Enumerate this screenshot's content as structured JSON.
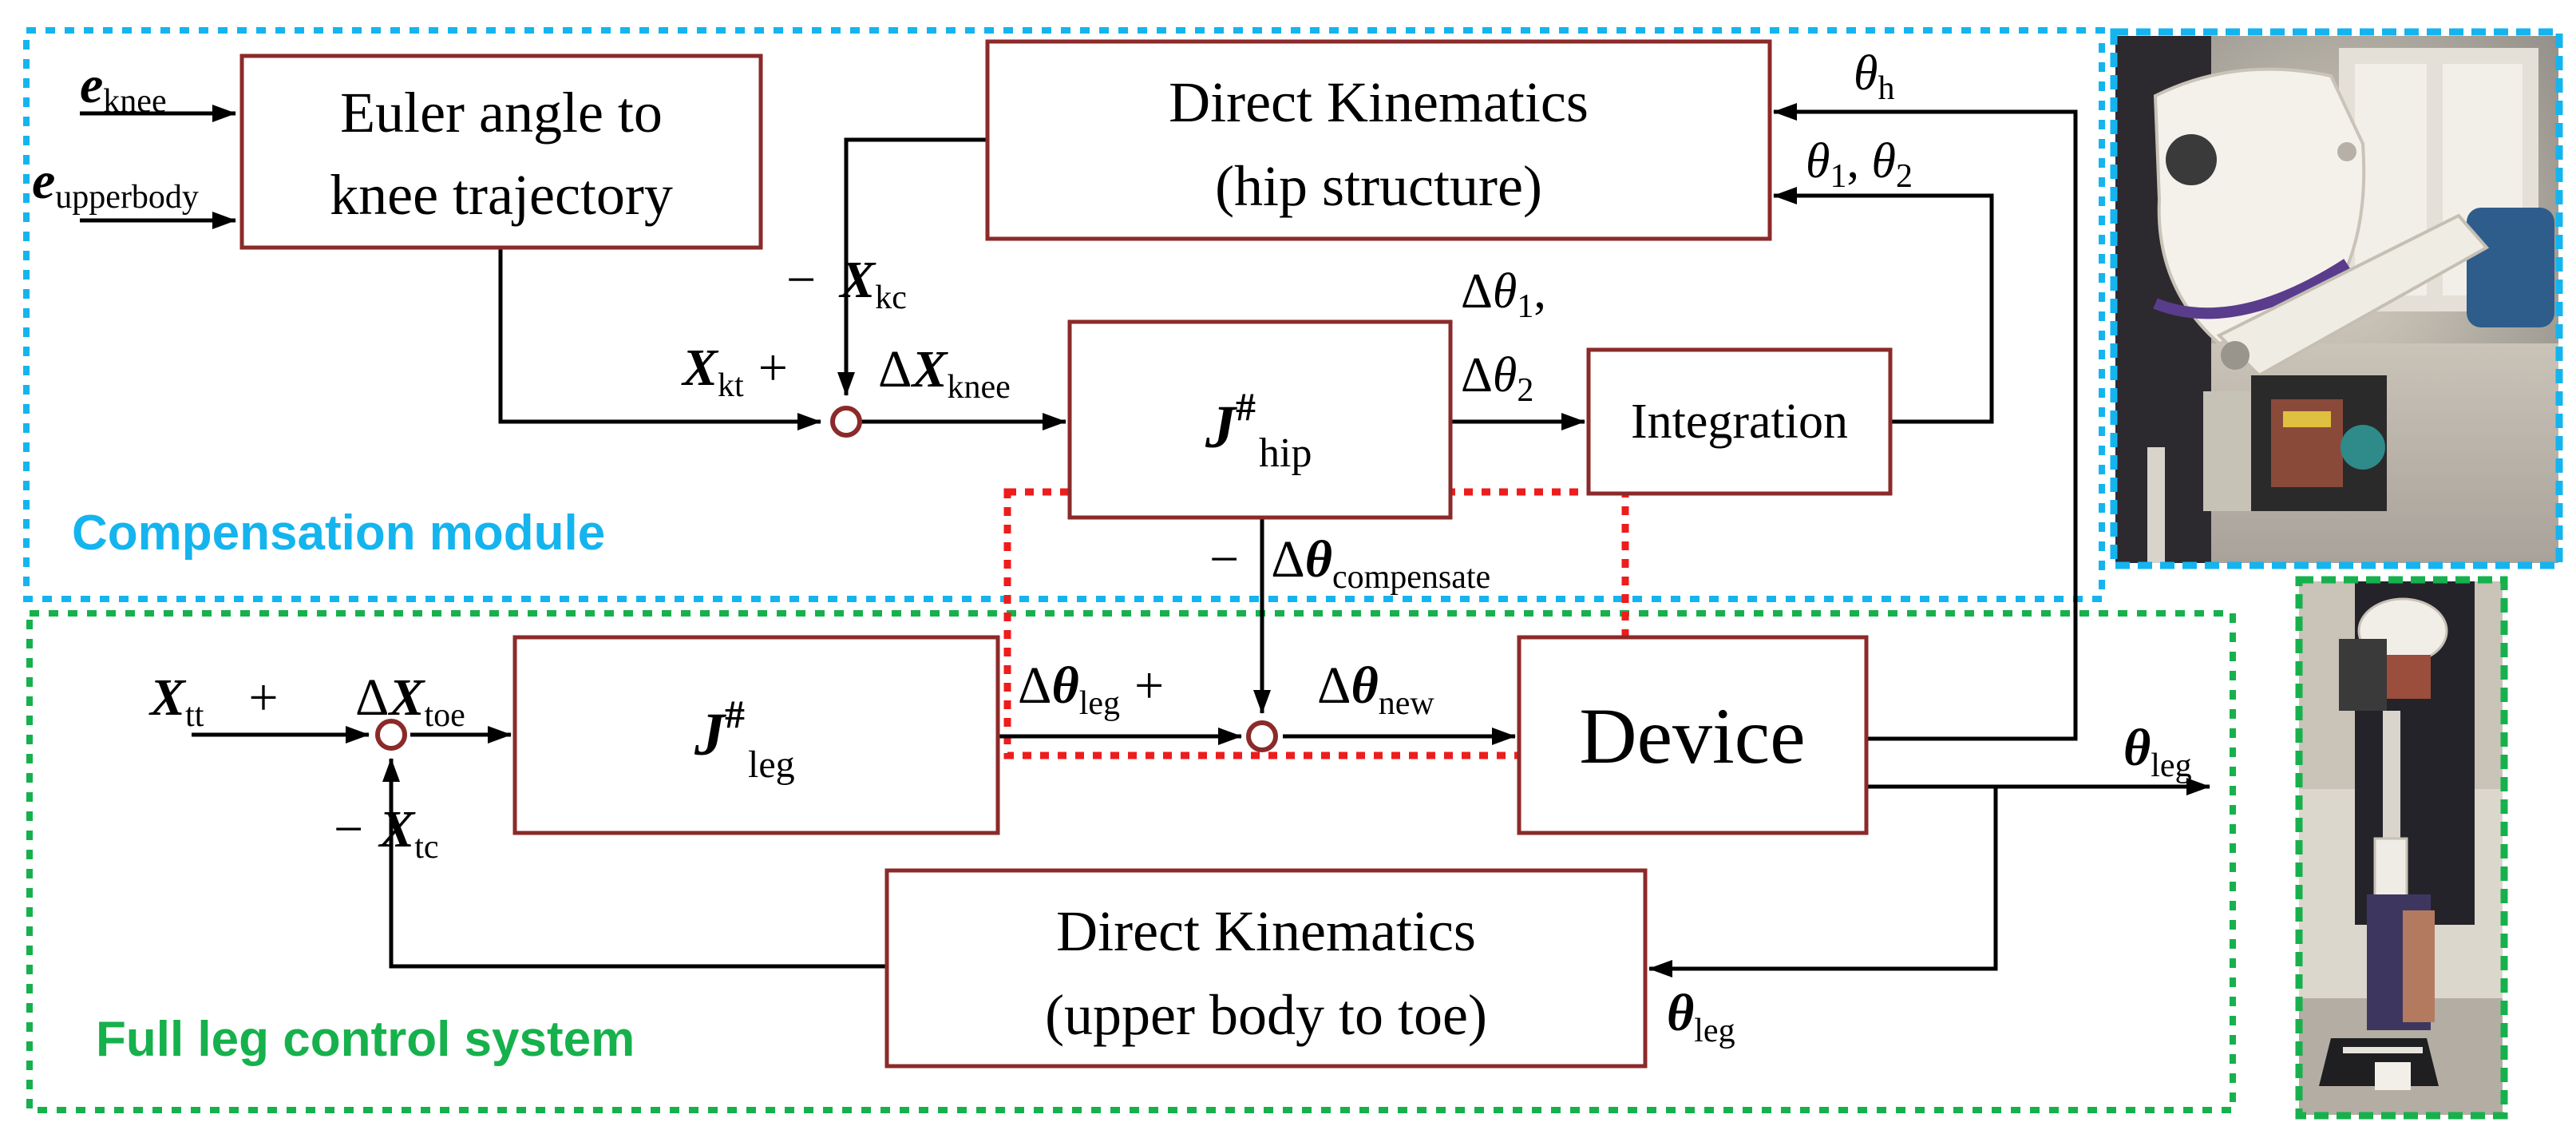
{
  "modules": {
    "compensation": {
      "label": "Compensation module",
      "color": "#14b4ef"
    },
    "full_leg": {
      "label": "Full leg control system",
      "color": "#16b14c"
    },
    "overlap_color": "#ee1c1c",
    "box_stroke": "#8b2a2a"
  },
  "blocks": {
    "euler": {
      "line1": "Euler angle to",
      "line2": "knee trajectory"
    },
    "dk_hip": {
      "line1": "Direct Kinematics",
      "line2": "(hip structure)"
    },
    "j_hip": {
      "main": "J",
      "sup": "#",
      "sub": "hip"
    },
    "integration": {
      "label": "Integration"
    },
    "j_leg": {
      "main": "J",
      "sup": "#",
      "sub": "leg"
    },
    "device": {
      "label": "Device"
    },
    "dk_toe": {
      "line1": "Direct Kinematics",
      "line2": "(upper body to toe)"
    }
  },
  "signals": {
    "e_knee": {
      "main": "e",
      "sub": "knee"
    },
    "e_upperbody": {
      "main": "e",
      "sub": "upperbody"
    },
    "theta_h": {
      "main": "θ",
      "sub": "h"
    },
    "theta_12": {
      "a": "θ",
      "a_sub": "1",
      "sep": ", ",
      "b": "θ",
      "b_sub": "2"
    },
    "x_kc": {
      "sign": "−",
      "main": "X",
      "sub": "kc"
    },
    "x_kt": {
      "main": "X",
      "sub": "kt",
      "sign": "+"
    },
    "dx_knee": {
      "delta": "Δ",
      "main": "X",
      "sub": "knee"
    },
    "dtheta_1": {
      "delta": "Δ",
      "main": "θ",
      "sub": "1",
      "suffix": ","
    },
    "dtheta_2": {
      "delta": "Δ",
      "main": "θ",
      "sub": "2"
    },
    "dtheta_comp": {
      "sign": "−",
      "delta": "Δ",
      "main": "θ",
      "sub": "compensate"
    },
    "x_tt": {
      "main": "X",
      "sub": "tt",
      "sign": "+"
    },
    "dx_toe": {
      "delta": "Δ",
      "main": "X",
      "sub": "toe"
    },
    "dtheta_leg": {
      "delta": "Δ",
      "main": "θ",
      "sub": "leg",
      "sign": "+"
    },
    "dtheta_new": {
      "delta": "Δ",
      "main": "θ",
      "sub": "new"
    },
    "theta_leg_out": {
      "main": "θ",
      "sub": "leg"
    },
    "x_tc": {
      "sign": "−",
      "main": "X",
      "sub": "tc"
    },
    "theta_leg_fb": {
      "main": "θ",
      "sub": "leg"
    }
  },
  "photos": {
    "hip_device": {
      "subject": "hip-device-photo"
    },
    "full_leg_device": {
      "subject": "full-leg-device-photo"
    }
  }
}
